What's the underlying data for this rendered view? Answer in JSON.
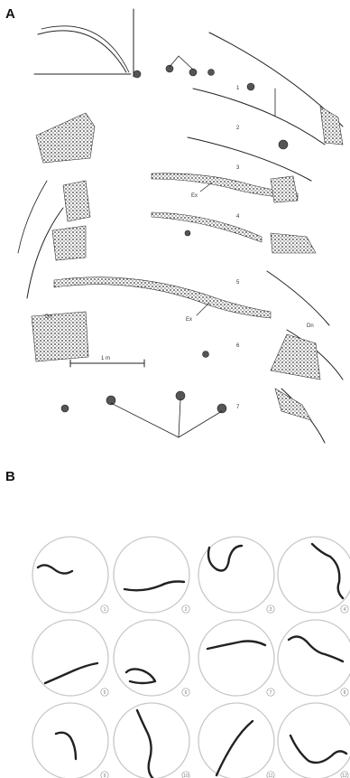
{
  "panels": {
    "a": {
      "letter": "A"
    },
    "b": {
      "letter": "B"
    }
  },
  "panel_a_labels": {
    "sector_numbers": [
      "1",
      "2",
      "3",
      "4",
      "5",
      "6",
      "7"
    ],
    "track_label_1": "Ex",
    "track_label_2": "Ex",
    "corner_label_left": "Dn",
    "corner_label_right": "Dn",
    "scale_label": "1 m"
  },
  "panel_b_numbers": [
    "1",
    "2",
    "3",
    "4",
    "5",
    "6",
    "7",
    "8",
    "9",
    "10",
    "11",
    "12"
  ]
}
